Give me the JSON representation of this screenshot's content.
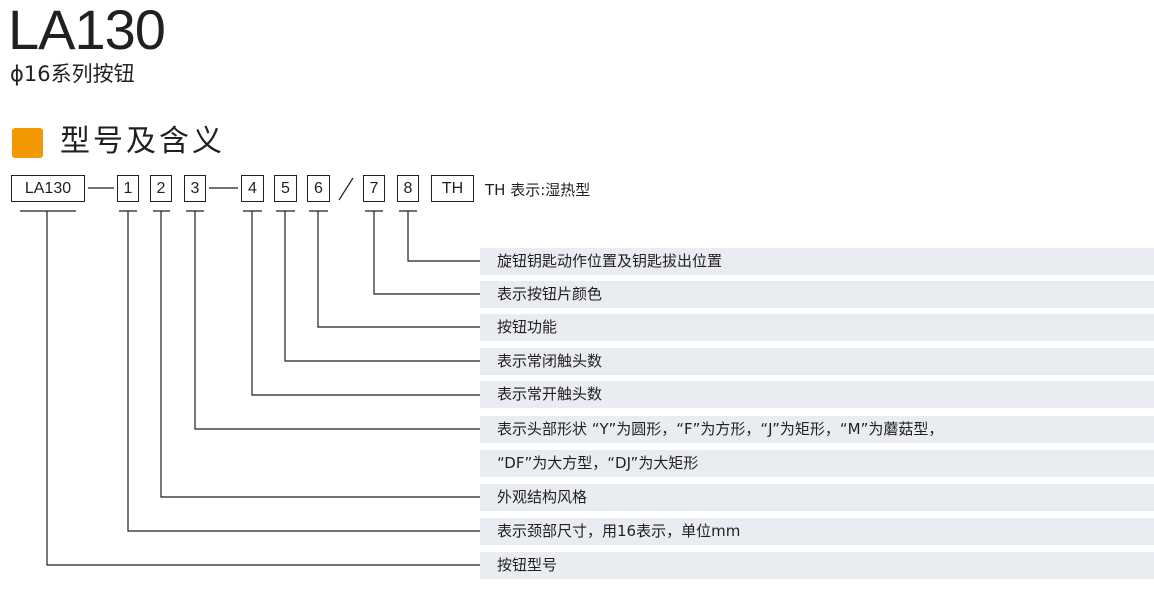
{
  "title": "LA130",
  "subtitle": "ϕ16系列按钮",
  "section_title": "型号及含义",
  "colors": {
    "accent": "#f39800",
    "row_bg": "#e9edf1",
    "ink": "#231f20"
  },
  "code": {
    "model": "LA130",
    "d1": "1",
    "d2": "2",
    "d3": "3",
    "d4": "4",
    "d5": "5",
    "d6": "6",
    "slash": "/",
    "d7": "7",
    "d8": "8",
    "th": "TH",
    "th_note": "TH 表示:湿热型"
  },
  "descriptions": [
    "旋钮钥匙动作位置及钥匙拔出位置",
    "表示按钮片颜色",
    "按钮功能",
    "表示常闭触头数",
    "表示常开触头数",
    "表示头部形状 “Y”为圆形，“F”为方形，“J”为矩形，“M”为蘑菇型，",
    "“DF”为大方型，“DJ”为大矩形",
    "外观结构风格",
    "表示颈部尺寸，用16表示，单位mm",
    "按钮型号"
  ]
}
